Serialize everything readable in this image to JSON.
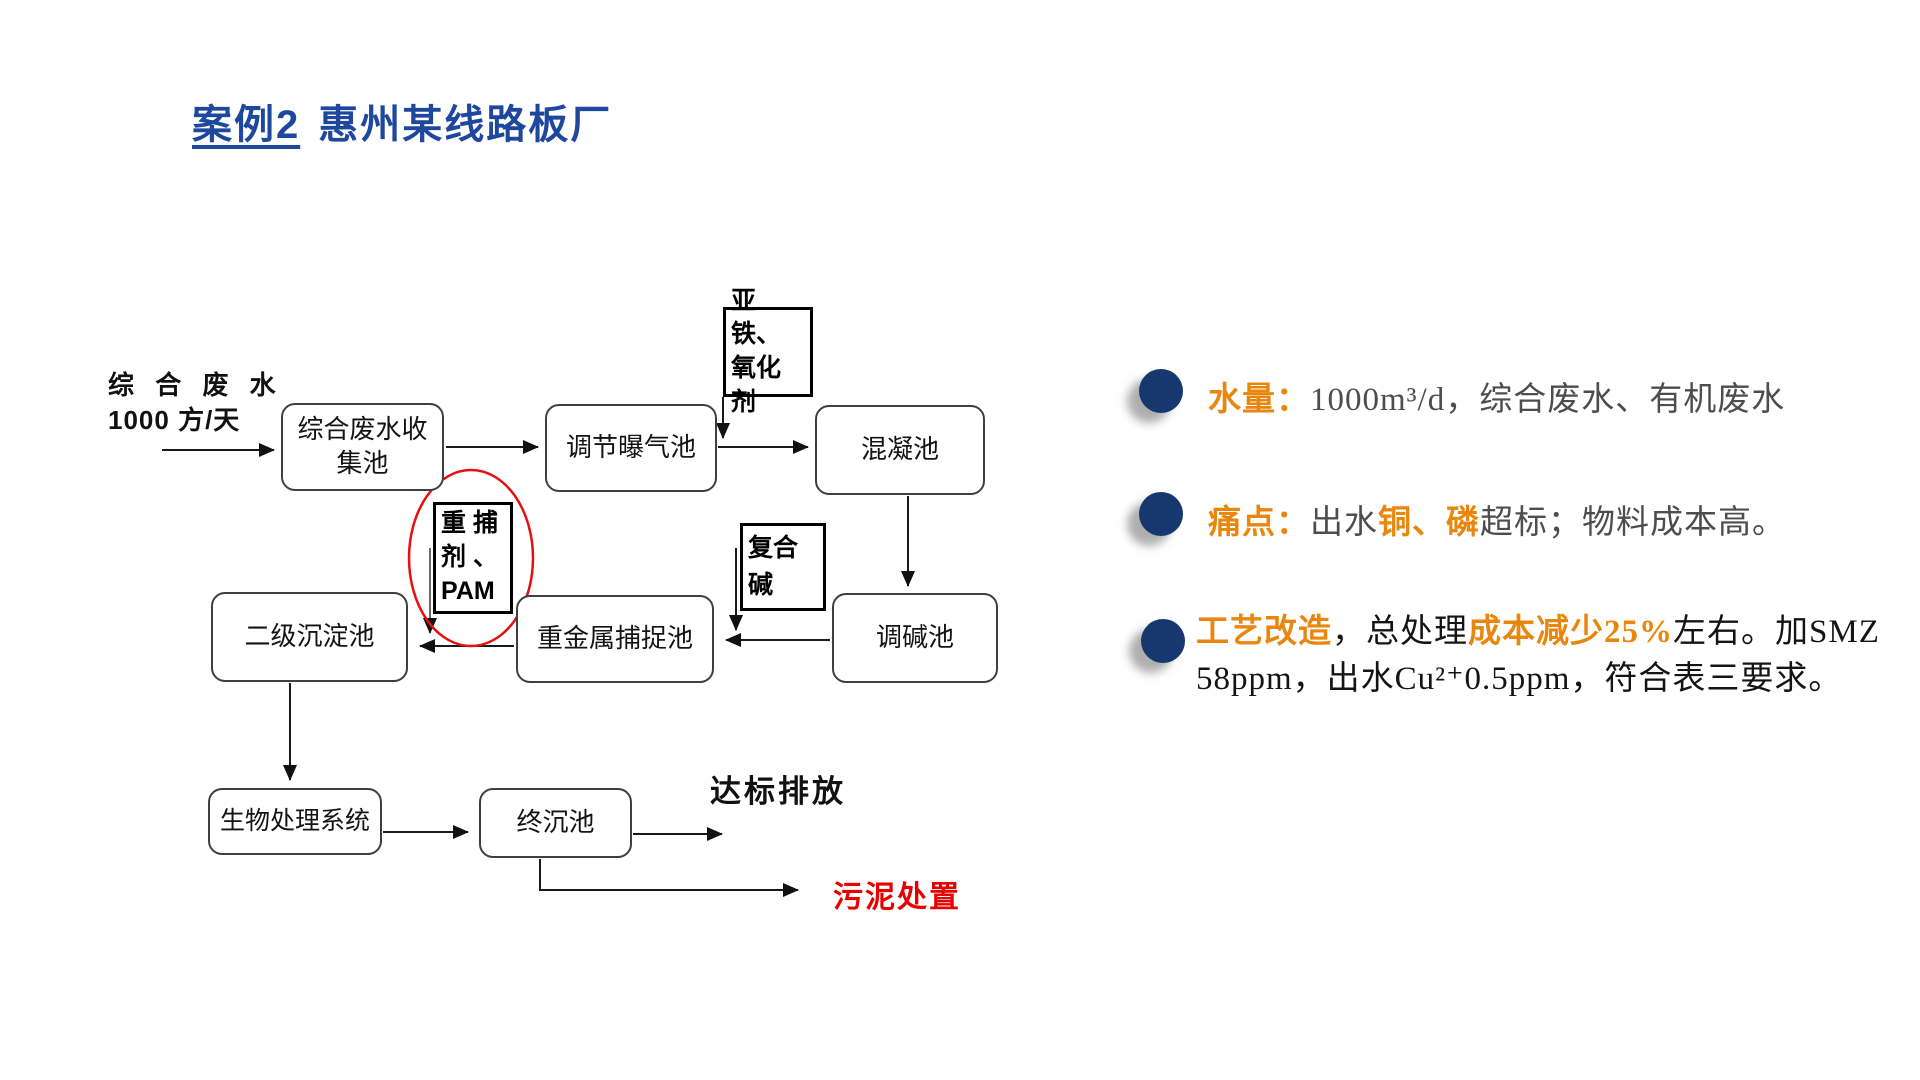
{
  "title": {
    "case_label": "案例2",
    "name": "惠州某线路板厂"
  },
  "flowchart": {
    "influent": {
      "line1": "综 合 废 水",
      "line2": "1000 方/天"
    },
    "boxes": {
      "collect": "综合废水收集池",
      "aeration": "调节曝气池",
      "coagulation": "混凝池",
      "alkali_adjust": "调碱池",
      "secondary_sed": "二级沉淀池",
      "metal_capture": "重金属捕捉池",
      "bio_treatment": "生物处理系统",
      "final_sed": "终沉池"
    },
    "chemicals": {
      "ferrous_oxidizer": "亚铁、氧化剂",
      "capture_agent_lines": [
        "重 捕",
        "剂 、",
        "PAM"
      ],
      "compound_alkali": "复合碱"
    },
    "outputs": {
      "discharge": "达标排放",
      "sludge": "污泥处置"
    }
  },
  "bullets": {
    "water": {
      "segments": [
        {
          "text": "水量：",
          "style": "orange"
        },
        {
          "text": "1000m³/d，综合废水、有机废水",
          "style": "gray"
        }
      ]
    },
    "pain": {
      "segments": [
        {
          "text": "痛点：",
          "style": "orange"
        },
        {
          "text": "出水",
          "style": "gray"
        },
        {
          "text": "铜、磷",
          "style": "orange"
        },
        {
          "text": "超标；物料成本高。",
          "style": "gray"
        }
      ]
    },
    "upgrade_line1": {
      "segments": [
        {
          "text": "工艺改造",
          "style": "orange"
        },
        {
          "text": "，总处理",
          "style": "dark"
        },
        {
          "text": "成本减少25%",
          "style": "orange"
        },
        {
          "text": "左右。加SMZ",
          "style": "dark"
        }
      ]
    },
    "upgrade_line2": {
      "segments": [
        {
          "text": "58ppm，出水Cu²⁺0.5ppm，符合表三要求。",
          "style": "dark"
        }
      ]
    }
  },
  "colors": {
    "title_blue": "#1e479e",
    "accent_orange": "#e8860d",
    "bullet_navy": "#17386e",
    "alert_red": "#e80000",
    "highlight_ellipse_red": "#e61010"
  }
}
